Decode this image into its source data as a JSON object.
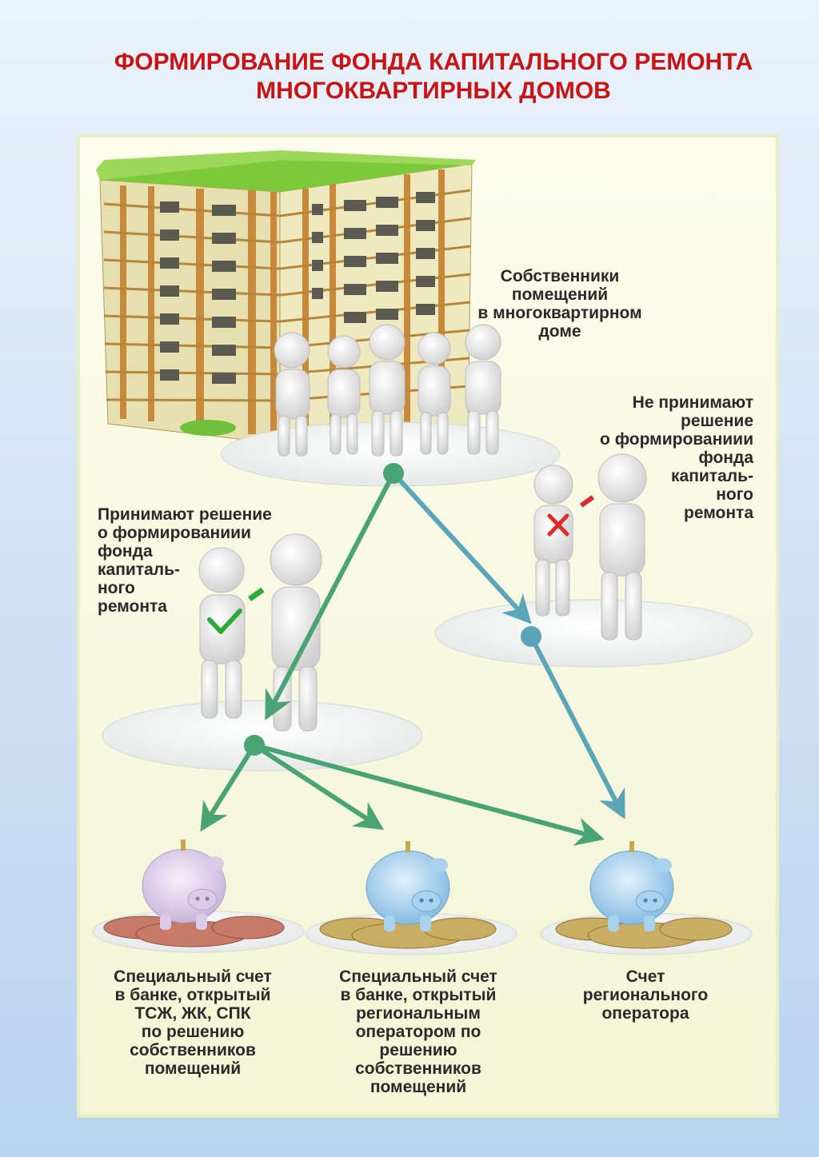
{
  "title": {
    "line1": "ФОРМИРОВАНИЕ ФОНДА КАПИТАЛЬНОГО РЕМОНТА",
    "line2": "МНОГОКВАРТИРНЫХ ДОМОВ"
  },
  "owners_label": [
    "Собственники",
    "помещений",
    "в многоквартирном",
    "доме"
  ],
  "reject_label": [
    "Не принимают",
    "решение",
    "о формированиии",
    "фонда",
    "капиталь-",
    "ного",
    "ремонта"
  ],
  "accept_label": [
    "Принимают решение",
    "о формированиии",
    "фонда",
    "капиталь-",
    "ного",
    "ремонта"
  ],
  "accounts": [
    {
      "lines": [
        "Специальный счет",
        "в банке, открытый",
        "ТСЖ, ЖК, СПК",
        "по решению",
        "собственников",
        "помещений"
      ],
      "color": "pink"
    },
    {
      "lines": [
        "Специальный счет",
        "в банке, открытый",
        "региональным",
        "оператором по",
        "решению",
        "собственников",
        "помещений"
      ],
      "color": "blue"
    },
    {
      "lines": [
        "Счет",
        "регионального",
        "оператора"
      ],
      "color": "blue"
    }
  ],
  "colors": {
    "title": "#c81414",
    "green_arrow": "#4aa372",
    "teal_arrow": "#5aa6b8",
    "check": "#2eaa3a",
    "cross": "#e02a2a"
  },
  "icons": [
    "building-icon",
    "people-group-icon",
    "checkmark-icon",
    "cross-icon",
    "piggy-bank-icon",
    "coins-icon"
  ]
}
